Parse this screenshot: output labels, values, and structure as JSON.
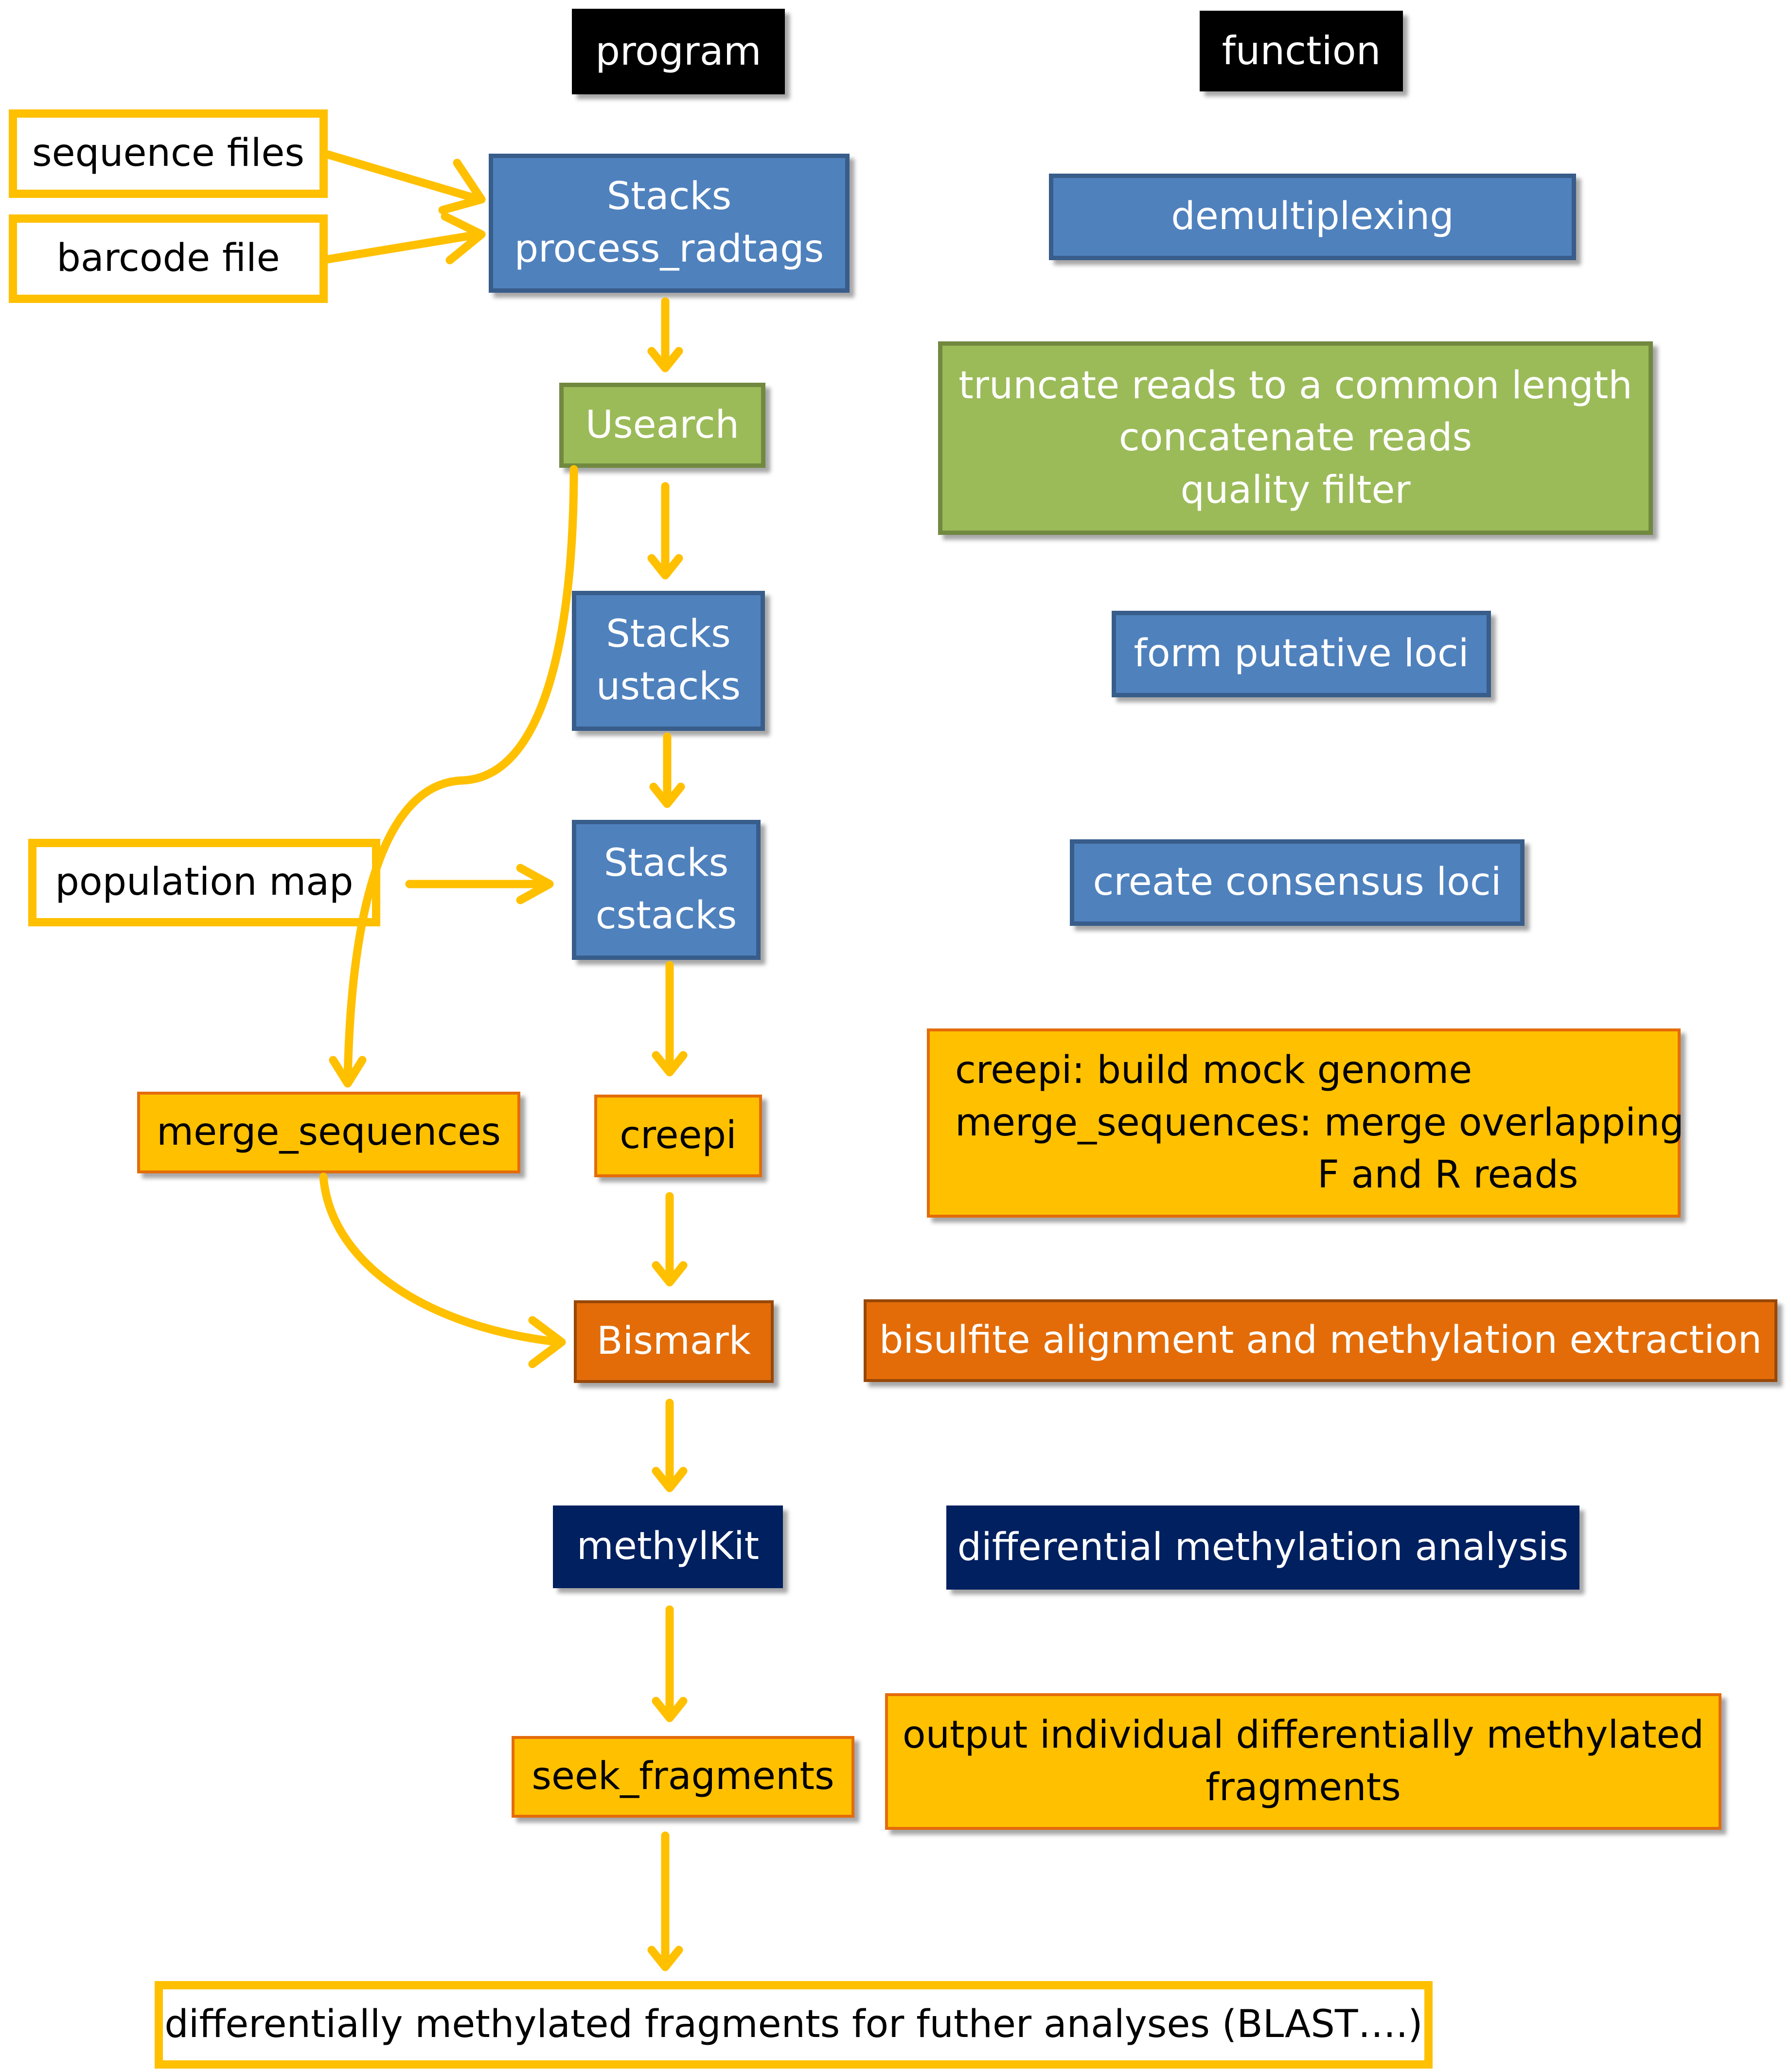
{
  "headers": {
    "program": "program",
    "function": "function"
  },
  "inputs": {
    "sequence_files": "sequence files",
    "barcode_file": "barcode file",
    "population_map": "population map"
  },
  "programs": {
    "process_radtags": [
      "Stacks",
      "process_radtags"
    ],
    "usearch": "Usearch",
    "ustacks": [
      "Stacks",
      "ustacks"
    ],
    "cstacks": [
      "Stacks",
      "cstacks"
    ],
    "creepi": "creepi",
    "merge_sequences": "merge_sequences",
    "bismark": "Bismark",
    "methylkit": "methylKit",
    "seek_fragments": "seek_fragments"
  },
  "functions": {
    "demultiplexing": "demultiplexing",
    "usearch_fn": [
      "truncate reads to a common length",
      "concatenate reads",
      "quality filter"
    ],
    "form_loci": "form putative loci",
    "consensus_loci": "create consensus loci",
    "creepi_fn": [
      "creepi: build mock genome",
      "merge_sequences: merge overlapping",
      "F and R reads"
    ],
    "bismark_fn": "bisulfite alignment and methylation extraction",
    "methylkit_fn": "differential methylation analysis",
    "seek_fn": [
      "output individual differentially methylated",
      "fragments"
    ]
  },
  "output": "differentially methylated fragments for futher analyses (BLAST….)",
  "colors": {
    "stacks_blue": "#4f81bd",
    "usearch_green": "#9bbb59",
    "custom_yellow": "#ffc000",
    "bismark_orange": "#e36c09",
    "methylkit_navy": "#002060",
    "arrow": "#ffc000"
  }
}
